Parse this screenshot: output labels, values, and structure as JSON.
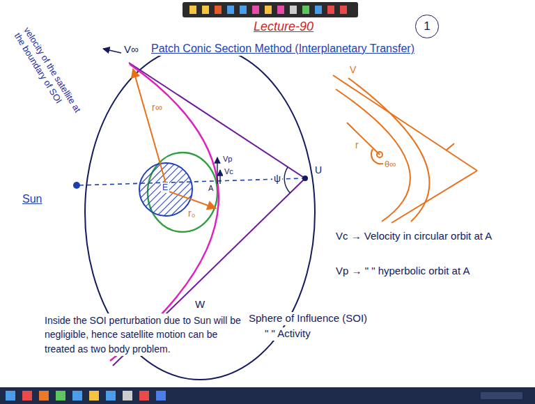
{
  "diagram": {
    "title": "Patch Conic Section Method (Interplanetary Transfer)",
    "nodes": [
      {
        "text": [
          "1"
        ]
      }
    ],
    "labels": [
      "Lecture-90",
      "velocity of the satellite at the boundary of SOI",
      "V∞",
      "r∞",
      "r₀",
      "E",
      "Vp",
      "Vc",
      "A",
      "ψ",
      "U",
      "Sun",
      "W",
      "r",
      "θ∞",
      "V",
      "Vc → Velocity in circular orbit at A",
      "Vp → \" \" hyperbolic orbit at A",
      "Sphere of Influence (SOI)",
      "\" \" Activity",
      "Inside the SOI perturbation due to Sun will be negligible, hence satellite motion can be treated as two body problem."
    ]
  }
}
